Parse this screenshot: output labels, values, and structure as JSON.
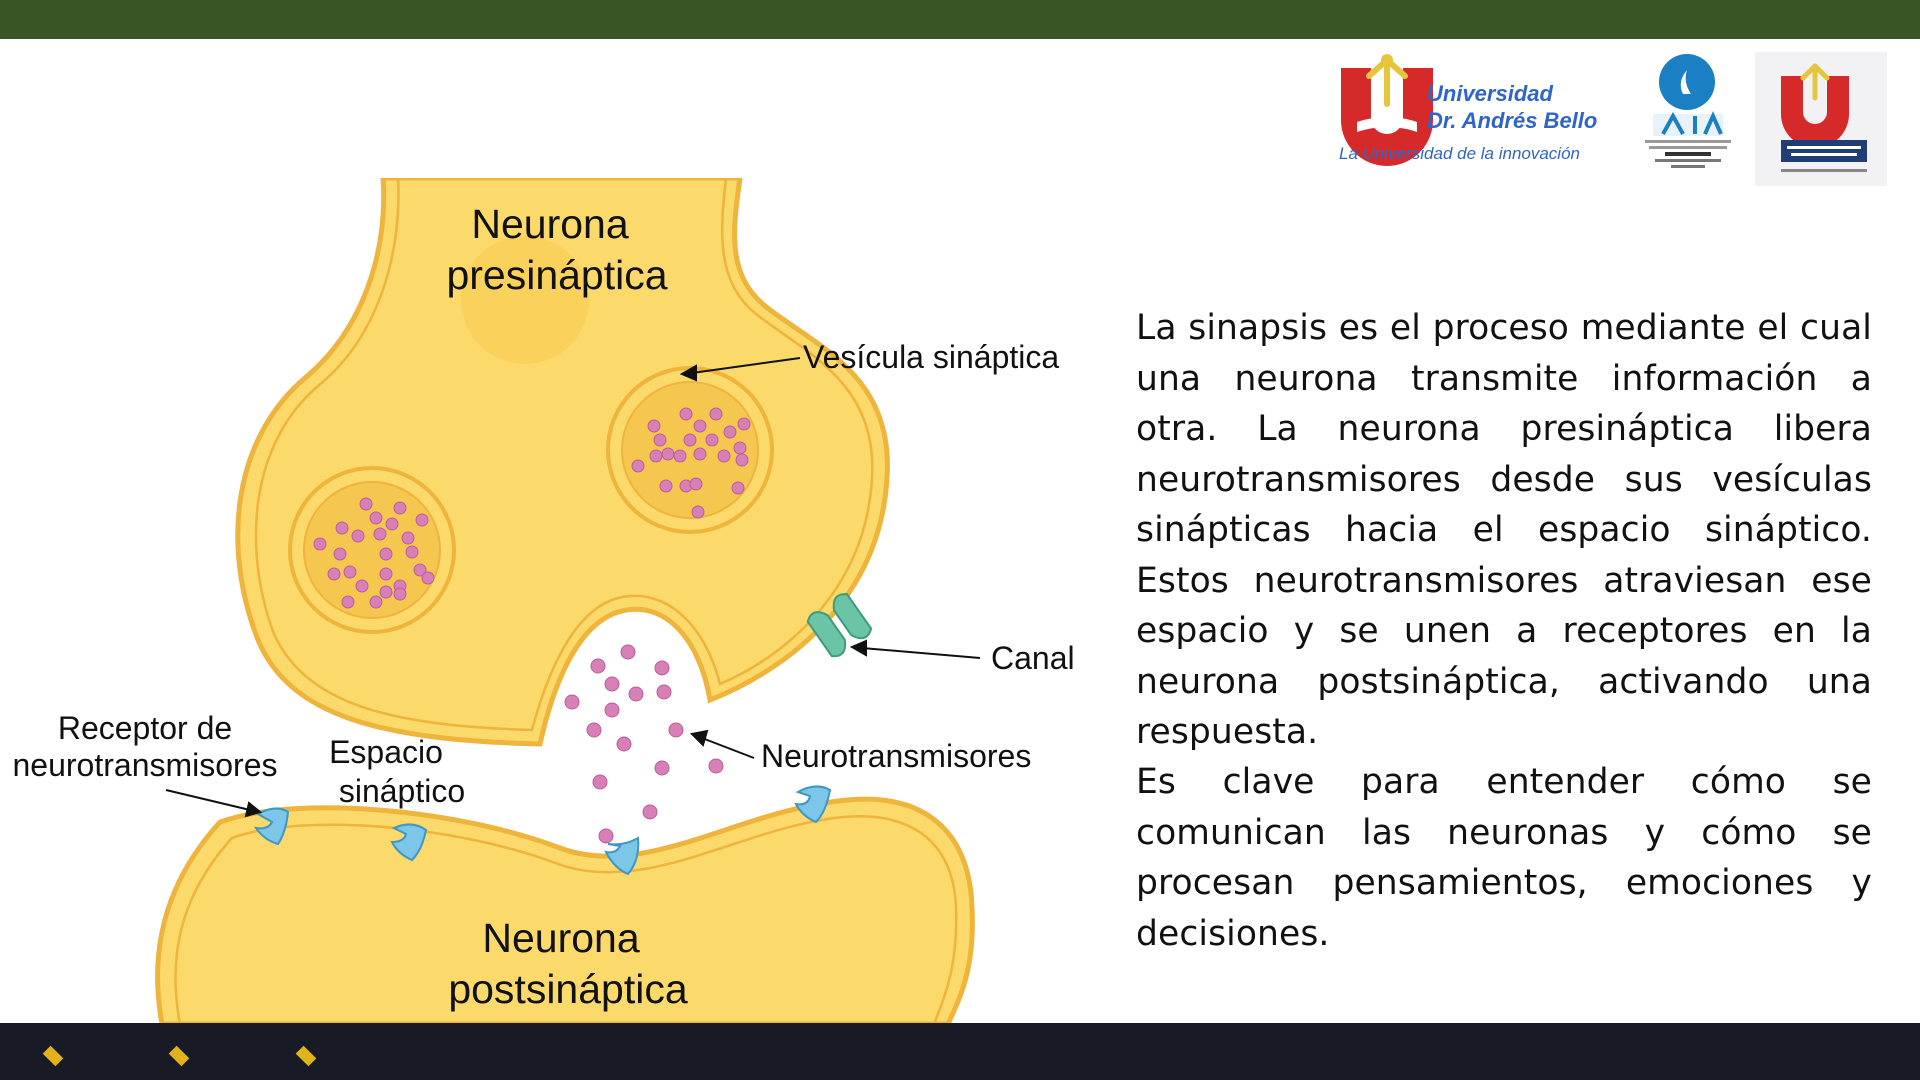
{
  "header": {
    "university_name_line1": "Universidad",
    "university_name_line2": "Dr. Andrés Bello",
    "university_tagline": "La Universidad de la innovación"
  },
  "diagram": {
    "presynaptic_line1": "Neurona",
    "presynaptic_line2": "presináptica",
    "postsynaptic_line1": "Neurona",
    "postsynaptic_line2": "postsináptica",
    "vesicle_label": "Vesícula sináptica",
    "channel_label": "Canal",
    "neurotransmitters_label": "Neurotransmisores",
    "receptor_line1": "Receptor de",
    "receptor_line2": "neurotransmisores",
    "cleft_line1": "Espacio",
    "cleft_line2": "sináptico"
  },
  "text": {
    "paragraph1": "La sinapsis es el proceso mediante el cual una neurona transmite información a otra. La neurona presináptica libera neurotransmisores desde sus vesículas sinápticas hacia el espacio sináptico. Estos neurotransmisores atraviesan ese espacio y se unen a receptores en la neurona postsináptica, activando una respuesta.",
    "paragraph2": "Es clave para entender cómo se comunican las neuronas y cómo se procesan pensamientos, emociones y decisiones."
  },
  "colors": {
    "top_bar": "#3a5525",
    "bottom_bar": "#181b26",
    "accent_diamond": "#e0b21b",
    "neuron_fill": "#fbd96a",
    "neuron_outline": "#eeb43c",
    "neurotransmitter": "#d97fb8",
    "receptor": "#7cc6e8",
    "channel": "#6bc4a6"
  }
}
